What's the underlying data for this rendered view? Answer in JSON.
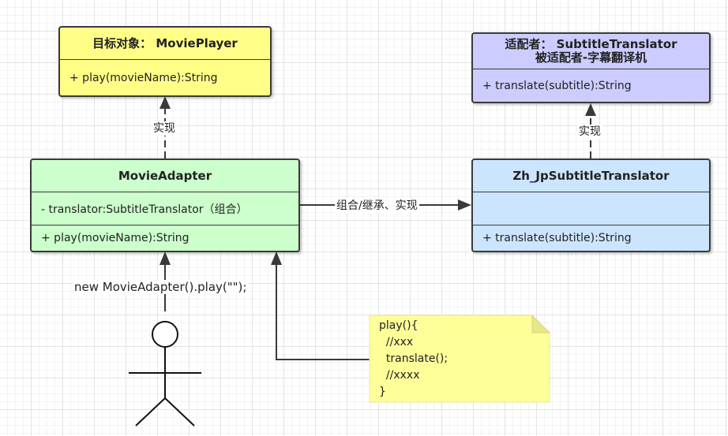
{
  "colors": {
    "target_fill": "#ffff88",
    "adaptee_fill": "#ccccff",
    "adapter_fill": "#ccffcc",
    "impl_fill": "#cce5ff",
    "note_fill": "#ffff99",
    "stroke": "#3a3a3a"
  },
  "movie_player": {
    "title": "目标对象： MoviePlayer",
    "method": "+ play(movieName):String"
  },
  "subtitle_translator": {
    "title_line1": "适配者： SubtitleTranslator",
    "title_line2": "被适配者-字幕翻译机",
    "method": "+ translate(subtitle):String"
  },
  "movie_adapter": {
    "title": "MovieAdapter",
    "field": "- translator:SubtitleTranslator（组合）",
    "method": "+ play(movieName):String"
  },
  "zh_jp_translator": {
    "title": "Zh_JpSubtitleTranslator",
    "field": "",
    "method": "+ translate(subtitle):String"
  },
  "labels": {
    "realize_left": "实现",
    "realize_right": "实现",
    "association": "组合/继承、实现",
    "client_call": "new MovieAdapter().play(\"\");"
  },
  "note": {
    "text": "play(){\n  //xxx\n  translate();\n  //xxxx\n}"
  },
  "actor": {
    "icon": "stick-figure"
  }
}
